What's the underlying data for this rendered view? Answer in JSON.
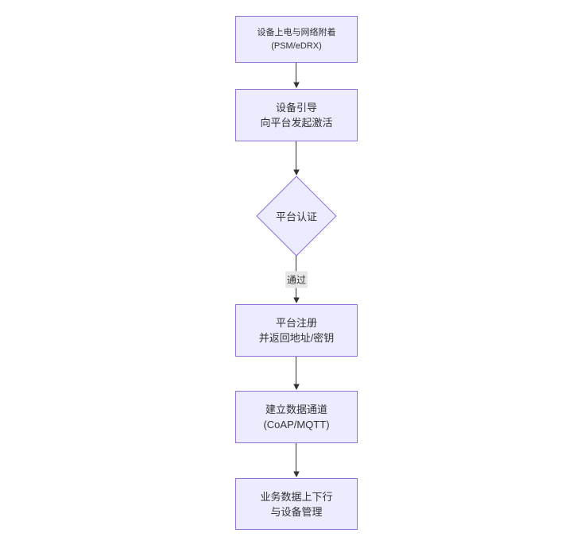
{
  "diagram": {
    "type": "flowchart",
    "direction": "top-down",
    "colors": {
      "background": "#ffffff",
      "node_fill": "#ececff",
      "node_border": "#9370db",
      "text_color": "#333333",
      "arrow_color": "#333333",
      "edge_label_bg": "#e8e8e8"
    },
    "nodes": [
      {
        "id": "power-attach",
        "shape": "rect",
        "lines": [
          "设备上电与网络附着",
          "(PSM/eDRX)"
        ]
      },
      {
        "id": "bootstrap-activate",
        "shape": "rect",
        "lines": [
          "设备引导",
          "向平台发起激活"
        ]
      },
      {
        "id": "platform-auth",
        "shape": "diamond",
        "lines": [
          "平台认证"
        ]
      },
      {
        "id": "platform-register",
        "shape": "rect",
        "lines": [
          "平台注册",
          "并返回地址/密钥"
        ]
      },
      {
        "id": "data-channel",
        "shape": "rect",
        "lines": [
          "建立数据通道",
          "(CoAP/MQTT)"
        ]
      },
      {
        "id": "business-data",
        "shape": "rect",
        "lines": [
          "业务数据上下行",
          "与设备管理"
        ]
      }
    ],
    "edges": [
      {
        "from": "power-attach",
        "to": "bootstrap-activate",
        "label": ""
      },
      {
        "from": "bootstrap-activate",
        "to": "platform-auth",
        "label": ""
      },
      {
        "from": "platform-auth",
        "to": "platform-register",
        "label": "通过"
      },
      {
        "from": "platform-register",
        "to": "data-channel",
        "label": ""
      },
      {
        "from": "data-channel",
        "to": "business-data",
        "label": ""
      }
    ]
  }
}
